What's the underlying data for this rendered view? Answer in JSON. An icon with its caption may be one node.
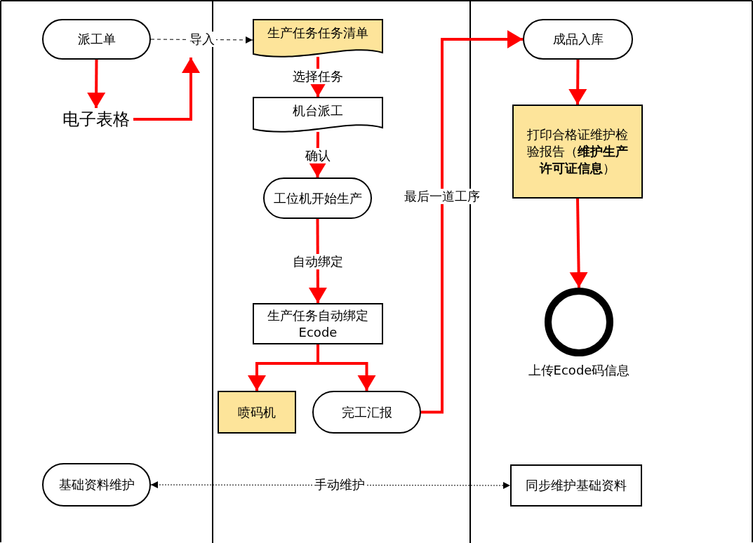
{
  "diagram": {
    "nodes": [
      {
        "text": [
          "派工单"
        ]
      },
      {
        "text": [
          "电子表格"
        ]
      },
      {
        "text": [
          "生产任务任务清单"
        ]
      },
      {
        "text": [
          "机台派工"
        ]
      },
      {
        "text": [
          "工位机开始生产"
        ]
      },
      {
        "text": [
          "生产任务自动绑定Ecode"
        ]
      },
      {
        "text": [
          "喷码机"
        ]
      },
      {
        "text": [
          "完工汇报"
        ]
      },
      {
        "text": [
          "成品入库"
        ]
      },
      {
        "text": [
          "打印合格证维护检验报告（**维护生产许可证信息**）"
        ]
      },
      {
        "text": [],
        "shape": "circle",
        "beside": [
          "上传Ecode码信息"
        ]
      },
      {
        "text": [
          "基础资料维护"
        ]
      },
      {
        "text": [
          "同步维护基础资料"
        ]
      }
    ],
    "edges": [
      {
        "from": 0,
        "to": 1,
        "arrow": "to"
      },
      {
        "from": 1,
        "to": null,
        "arrow": "to"
      },
      {
        "from": 0,
        "to": 2,
        "arrow": "to",
        "label": "导入",
        "style": "dashed",
        "color": "#000000"
      },
      {
        "from": 2,
        "to": 3,
        "arrow": "to",
        "label": "选择任务"
      },
      {
        "from": 3,
        "to": 4,
        "arrow": "to",
        "label": "确认"
      },
      {
        "from": 4,
        "to": 5,
        "arrow": "to",
        "label": "自动绑定"
      },
      {
        "from": 5,
        "to": 6,
        "arrow": "to"
      },
      {
        "from": 5,
        "to": 7,
        "arrow": "to"
      },
      {
        "from": 7,
        "to": 8,
        "arrow": "to",
        "label": "最后一道工序"
      },
      {
        "from": 8,
        "to": 9,
        "arrow": "to"
      },
      {
        "from": 9,
        "to": 10,
        "arrow": "to"
      },
      {
        "from": 11,
        "to": 12,
        "arrow": "both",
        "label": "手动维护",
        "style": "dashed",
        "color": "#000000"
      }
    ]
  }
}
